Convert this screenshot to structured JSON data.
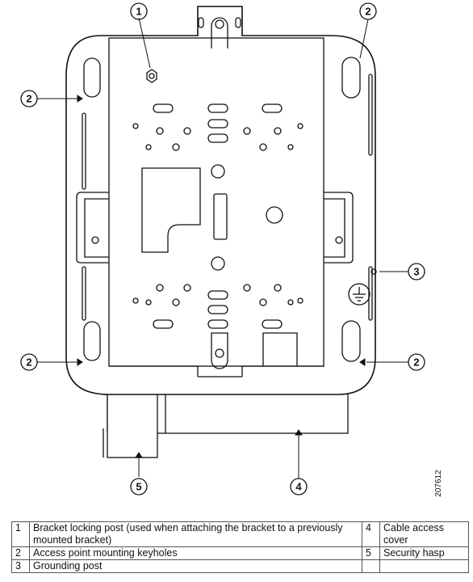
{
  "callouts": {
    "bracket_locking_post": "1",
    "keyhole_top_left": "2",
    "keyhole_top_right": "2",
    "keyhole_bottom_left": "2",
    "keyhole_bottom_right": "2",
    "grounding_post": "3",
    "cable_access_cover": "4",
    "security_hasp": "5"
  },
  "figure_id": "207612",
  "legend": {
    "rows": [
      {
        "num_a": "1",
        "desc_a": "Bracket locking post (used when attaching the bracket to a previously mounted bracket)",
        "num_b": "4",
        "desc_b": "Cable access cover"
      },
      {
        "num_a": "2",
        "desc_a": "Access point mounting keyholes",
        "num_b": "5",
        "desc_b": "Security hasp"
      },
      {
        "num_a": "3",
        "desc_a": "Grounding post",
        "num_b": "",
        "desc_b": ""
      }
    ]
  },
  "colors": {
    "line": "#111111",
    "plate_fill": "#ffffff",
    "cover_fill": "#ffffff",
    "shadow": "#d9d9d9"
  }
}
